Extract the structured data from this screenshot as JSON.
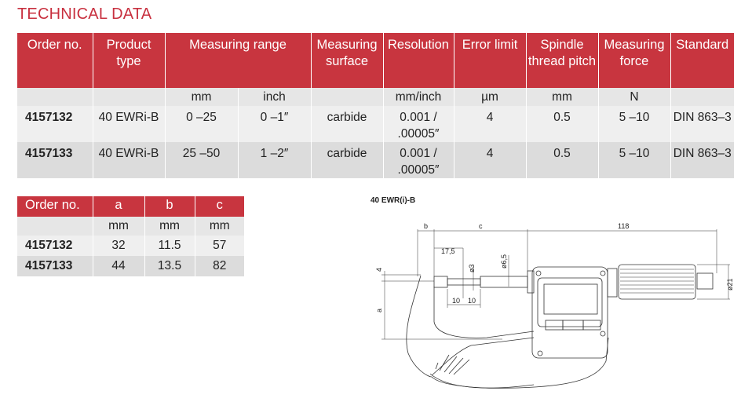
{
  "title": "TECHNICAL DATA",
  "table1": {
    "headers": [
      "Order no.",
      "Product type",
      "Measuring range",
      "Measuring surface",
      "Resolution",
      "Error limit",
      "Spindle thread pitch",
      "Measuring force",
      "Standard"
    ],
    "units": [
      "",
      "",
      "mm",
      "inch",
      "",
      "mm/inch",
      "µm",
      "mm",
      "N",
      ""
    ],
    "rows": [
      [
        "4157132",
        "40 EWRi-B",
        "0 –25",
        "0 –1″",
        "carbide",
        "0.001 / .00005″",
        "4",
        "0.5",
        "5 –10",
        "DIN 863–3"
      ],
      [
        "4157133",
        "40 EWRi-B",
        "25 –50",
        "1 –2″",
        "carbide",
        "0.001 / .00005″",
        "4",
        "0.5",
        "5 –10",
        "DIN 863–3"
      ]
    ]
  },
  "table2": {
    "headers": [
      "Order no.",
      "a",
      "b",
      "c"
    ],
    "units": [
      "",
      "mm",
      "mm",
      "mm"
    ],
    "rows": [
      [
        "4157132",
        "32",
        "11.5",
        "57"
      ],
      [
        "4157133",
        "44",
        "13.5",
        "82"
      ]
    ]
  },
  "drawing": {
    "label": "40 EWR(i)-B",
    "dims": {
      "b": "b",
      "c": "c",
      "len": "118",
      "d175": "17,5",
      "d3": "ø3",
      "d65": "ø6,5",
      "d4": "4",
      "a": "a",
      "ten1": "10",
      "ten2": "10",
      "d21": "ø21"
    }
  }
}
